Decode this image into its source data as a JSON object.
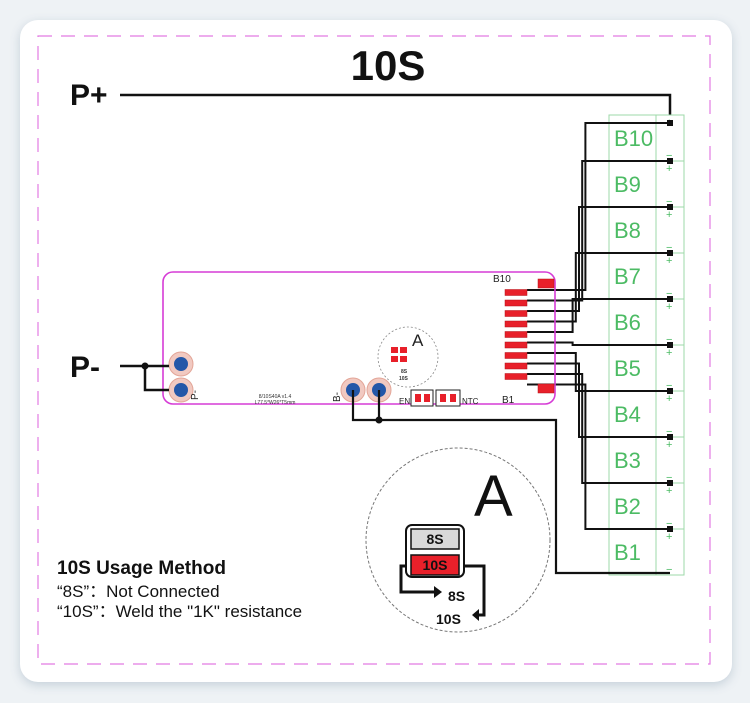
{
  "title": "10S",
  "terminals": {
    "p_plus": "P+",
    "p_minus": "P-"
  },
  "cells": [
    "B10",
    "B9",
    "B8",
    "B7",
    "B6",
    "B5",
    "B4",
    "B3",
    "B2",
    "B1"
  ],
  "pcb": {
    "pad_top_label": "B10",
    "pad_bottom_label": "B1",
    "en_label": "EN",
    "ntc_label": "NTC",
    "p_minus_pad": "P-",
    "b_minus_pad": "B-",
    "model_line1": "8/10S40A v1.4",
    "model_line2": "L77.5*W26*T5mm",
    "small_callout_letter": "A",
    "small_8s": "8S",
    "small_10s": "10S"
  },
  "detail": {
    "letter": "A",
    "pad_8s": "8S",
    "pad_10s": "10S",
    "arrow_8s": "8S",
    "arrow_10s": "10S"
  },
  "notes": {
    "heading": "10S Usage Method",
    "line1": "“8S”：Not Connected",
    "line2": "“10S”：Weld the \"1K\" resistance"
  },
  "colors": {
    "cell_label": "#4cbb64",
    "pcb_outline": "#d63cd6",
    "pad_red": "#e8202a",
    "terminal_blue": "#2457a8",
    "wire": "#111111"
  }
}
